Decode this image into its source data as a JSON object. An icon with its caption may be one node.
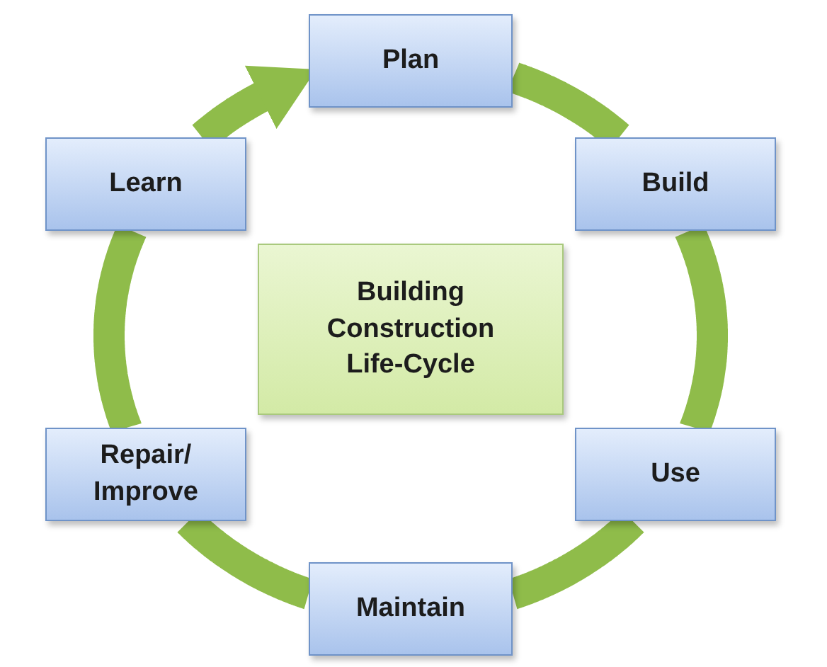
{
  "diagram": {
    "nodes": [
      {
        "text": [
          "Plan"
        ]
      },
      {
        "text": [
          "Build"
        ]
      },
      {
        "text": [
          "Use"
        ]
      },
      {
        "text": [
          "Maintain"
        ]
      },
      {
        "text": [
          "Repair/ Improve"
        ]
      },
      {
        "text": [
          "Learn"
        ]
      },
      {
        "text": [
          "Building Construction Life-Cycle"
        ]
      }
    ],
    "edges": [
      {
        "from": 0,
        "to": 1,
        "arrow": "none"
      },
      {
        "from": 1,
        "to": 2,
        "arrow": "none"
      },
      {
        "from": 2,
        "to": 3,
        "arrow": "none"
      },
      {
        "from": 3,
        "to": 4,
        "arrow": "none"
      },
      {
        "from": 4,
        "to": 5,
        "arrow": "none"
      },
      {
        "from": 5,
        "to": 0,
        "arrow": "to"
      }
    ]
  }
}
